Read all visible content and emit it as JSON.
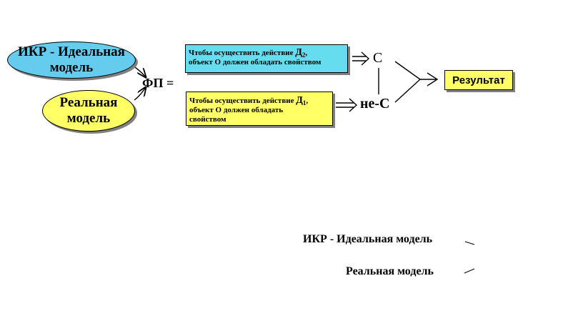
{
  "ikr_ellipse": {
    "line1": "ИКР - Идеальная",
    "line2": "модель"
  },
  "real_ellipse": {
    "line1": "Реальная",
    "line2": "модель"
  },
  "fp_label": "ФП =",
  "box_d2": {
    "text_a": "Чтобы осуществить действие ",
    "symbol": "Д",
    "sub": "2",
    "punct": ",",
    "line2": "объект О должен обладать свойством"
  },
  "box_d1": {
    "text_a": "Чтобы осуществить действие  ",
    "symbol": "Д",
    "sub": "1",
    "punct": ",",
    "line2": "объект О должен обладать",
    "line3": "свойством"
  },
  "c_label": "С",
  "not_c_label": "не-С",
  "result_label": "Результат",
  "legend": {
    "ikr": "ИКР - Идеальная модель",
    "real": "Реальная модель"
  },
  "colors": {
    "ideal_fill": "#66ccee",
    "real_fill": "#ffff66",
    "box_d2_fill": "#66ddee",
    "box_d1_fill": "#ffff66",
    "result_fill": "#ffff66"
  }
}
